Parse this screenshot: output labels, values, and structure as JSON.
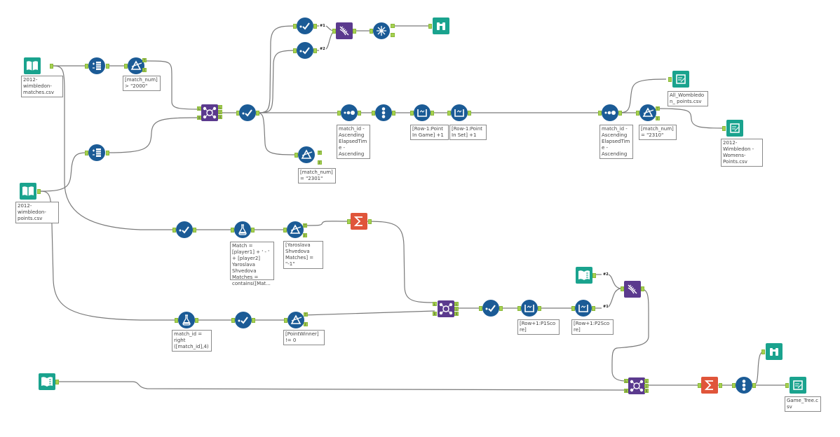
{
  "workflow": {
    "nodes": [
      {
        "id": "input_matches",
        "type": "input",
        "label": "2012-wimbledon-matches.csv"
      },
      {
        "id": "input_points",
        "type": "input",
        "label": "2012-wimbledon-points.csv"
      },
      {
        "id": "select_1",
        "type": "select",
        "label": ""
      },
      {
        "id": "select_2",
        "type": "select",
        "label": ""
      },
      {
        "id": "filter_2000",
        "type": "filter",
        "label": "[match_num] > \"2000\""
      },
      {
        "id": "join_1",
        "type": "join",
        "label": ""
      },
      {
        "id": "select_join",
        "type": "select",
        "label": ""
      },
      {
        "id": "select_top1",
        "type": "select",
        "label": ""
      },
      {
        "id": "select_top2",
        "type": "select",
        "label": ""
      },
      {
        "id": "tag1",
        "type": "tag",
        "label": "#1"
      },
      {
        "id": "tag2",
        "type": "tag",
        "label": "#2"
      },
      {
        "id": "union_top",
        "type": "union",
        "label": ""
      },
      {
        "id": "explorer_top",
        "type": "explorer",
        "label": ""
      },
      {
        "id": "browse_top",
        "type": "browse",
        "label": ""
      },
      {
        "id": "filter_2301",
        "type": "filter",
        "label": "[match_num] = \"2301\""
      },
      {
        "id": "sort_1",
        "type": "sort",
        "label": "match_id - Ascending ElapsedTime - Ascending"
      },
      {
        "id": "recordid_1",
        "type": "recordid",
        "label": ""
      },
      {
        "id": "multirow_game",
        "type": "multirow",
        "label": "[Row-1:Point In Game] +1"
      },
      {
        "id": "multirow_set",
        "type": "multirow",
        "label": "[Row-1:Point In Set] +1"
      },
      {
        "id": "sort_2",
        "type": "sort",
        "label": "match_id - Ascending ElapsedTime - Ascending"
      },
      {
        "id": "output_all",
        "type": "output",
        "label": "All_Wombledon_ points.csv"
      },
      {
        "id": "filter_2310",
        "type": "filter",
        "label": "[match_num] = \"2310\""
      },
      {
        "id": "output_womens",
        "type": "output",
        "label": "2012-Wimbledon -Womens-Points.csv"
      },
      {
        "id": "select_mid",
        "type": "select",
        "label": ""
      },
      {
        "id": "formula_match",
        "type": "formula",
        "label": "Match = [player1] + ' - ' + [player2] Yaroslava Shvedova Matches = contains([Mat..."
      },
      {
        "id": "filter_yaroslava",
        "type": "filter",
        "label": "[Yaroslava Shvedova Matches] = \"-1\""
      },
      {
        "id": "summarize_1",
        "type": "summarize",
        "label": ""
      },
      {
        "id": "formula_matchid",
        "type": "formula",
        "label": "match_id = right ([match_id],4)"
      },
      {
        "id": "select_low",
        "type": "select",
        "label": ""
      },
      {
        "id": "filter_pointwinner",
        "type": "filter",
        "label": "[PointWinner] != 0"
      },
      {
        "id": "join_2",
        "type": "join",
        "label": ""
      },
      {
        "id": "select_after_join2",
        "type": "select",
        "label": ""
      },
      {
        "id": "multirow_p1",
        "type": "multirow",
        "label": "[Row+1:P1Score]"
      },
      {
        "id": "multirow_p2",
        "type": "multirow",
        "label": "[Row+1:P2Score]"
      },
      {
        "id": "text_input_1",
        "type": "textinput",
        "label": ""
      },
      {
        "id": "union_mid",
        "type": "union",
        "label": ""
      },
      {
        "id": "text_input_2",
        "type": "textinput",
        "label": ""
      },
      {
        "id": "join_3",
        "type": "join",
        "label": ""
      },
      {
        "id": "summarize_2",
        "type": "summarize",
        "label": ""
      },
      {
        "id": "recordid_2",
        "type": "recordid",
        "label": ""
      },
      {
        "id": "browse_bottom",
        "type": "browse",
        "label": ""
      },
      {
        "id": "output_gametree",
        "type": "output",
        "label": "Game_Tree.csv"
      }
    ],
    "tags": {
      "t1": "#1",
      "t2": "#2",
      "t3": "#2",
      "t4": "#1"
    },
    "anchors": {
      "true": "T",
      "false": "F",
      "left": "L",
      "right": "R",
      "join": "J"
    },
    "colors": {
      "tool_blue": "#1b5b96",
      "tool_purple": "#5b3a8e",
      "tool_teal": "#1aa38e",
      "tool_orange": "#e0553a",
      "anchor_green": "#a6d150",
      "connector": "#7a7a7a"
    }
  }
}
